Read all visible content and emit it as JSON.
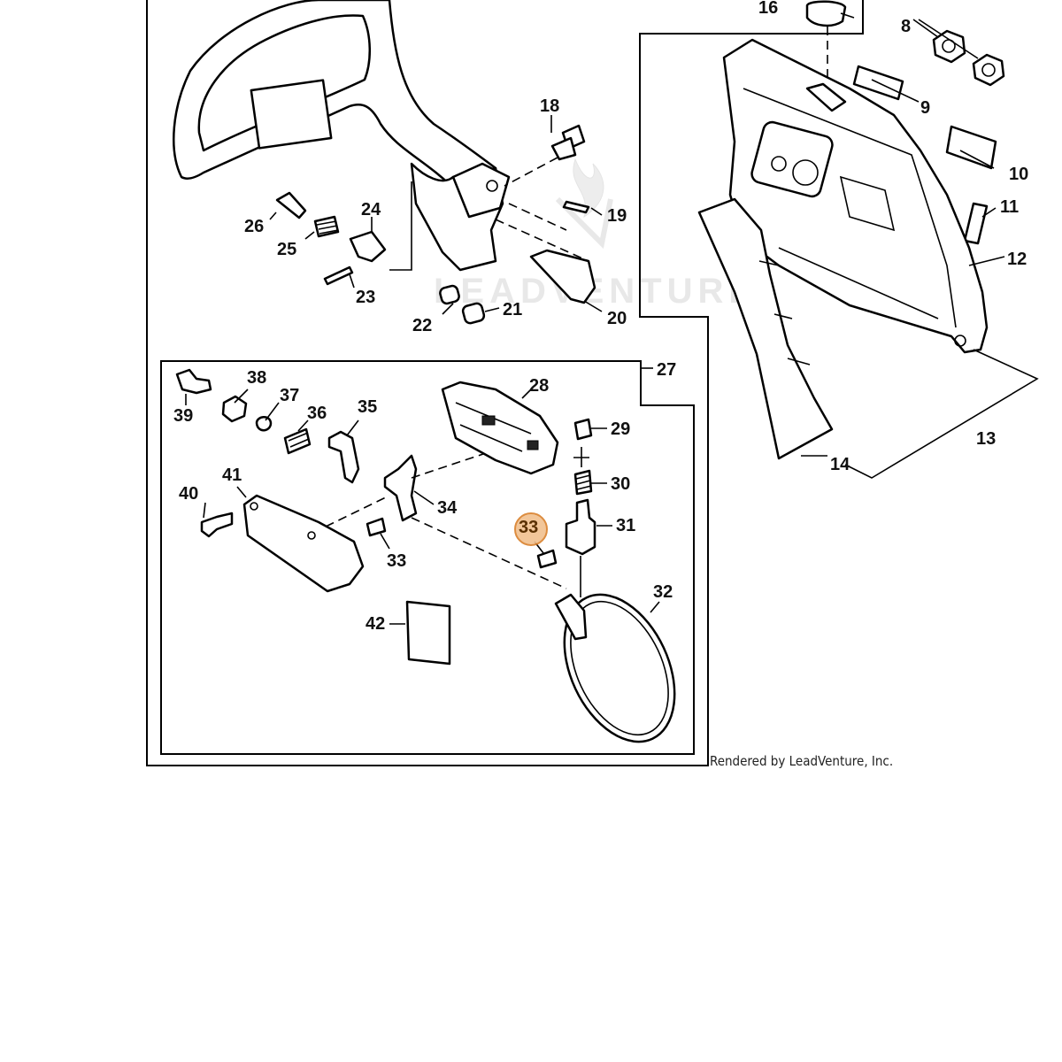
{
  "callouts": {
    "c8": "8",
    "c9": "9",
    "c10": "10",
    "c11": "11",
    "c12": "12",
    "c13": "13",
    "c14": "14",
    "c16": "16",
    "c18": "18",
    "c19": "19",
    "c20": "20",
    "c21": "21",
    "c22": "22",
    "c23": "23",
    "c24": "24",
    "c25": "25",
    "c26": "26",
    "c27": "27",
    "c28": "28",
    "c29": "29",
    "c30": "30",
    "c31": "31",
    "c32": "32",
    "c33": "33",
    "c33_highlight": "33",
    "c34": "34",
    "c35": "35",
    "c36": "36",
    "c37": "37",
    "c38": "38",
    "c39": "39",
    "c40": "40",
    "c41": "41",
    "c42": "42"
  },
  "watermark": "LEADVENTURE",
  "credit": "Rendered by LeadVenture, Inc.",
  "highlight": {
    "part": "33",
    "fill": "#f1c08f",
    "stroke": "#d9802b"
  }
}
